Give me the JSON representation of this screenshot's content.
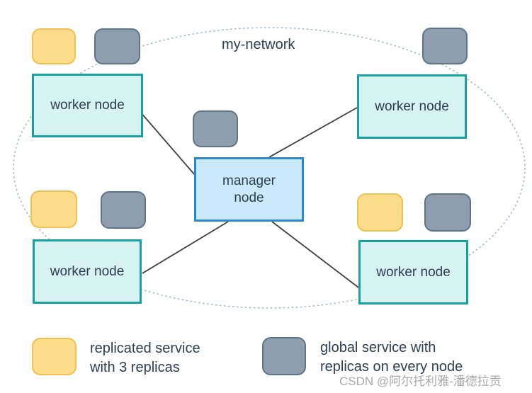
{
  "network": {
    "title": "my-network"
  },
  "nodes": {
    "manager": {
      "line1": "manager",
      "line2": "node"
    },
    "workers": [
      {
        "label": "worker node"
      },
      {
        "label": "worker node"
      },
      {
        "label": "worker node"
      },
      {
        "label": "worker node"
      }
    ]
  },
  "services": {
    "replicated_icon": "replicated-service-square",
    "global_icon": "global-service-square"
  },
  "legend": {
    "items": [
      {
        "type": "replicated",
        "line1": "replicated service",
        "line2": "with 3 replicas"
      },
      {
        "type": "global",
        "line1": "global service with",
        "line2": "replicas on every node"
      }
    ]
  },
  "watermark": {
    "text": "CSDN @阿尔托利雅-潘德拉贡"
  },
  "colors": {
    "replicated_fill": "#fbdd8b",
    "replicated_border": "#f0c150",
    "global_fill": "#8e9eac",
    "global_border": "#5f7487",
    "worker_fill": "#d6f2f1",
    "worker_border": "#18a29f",
    "manager_fill": "#cae9fa",
    "manager_border": "#2d87c8",
    "text": "#2c3e50",
    "connection_line": "#404040",
    "network_boundary": "#a4baca",
    "watermark": "#aaaaaa"
  }
}
